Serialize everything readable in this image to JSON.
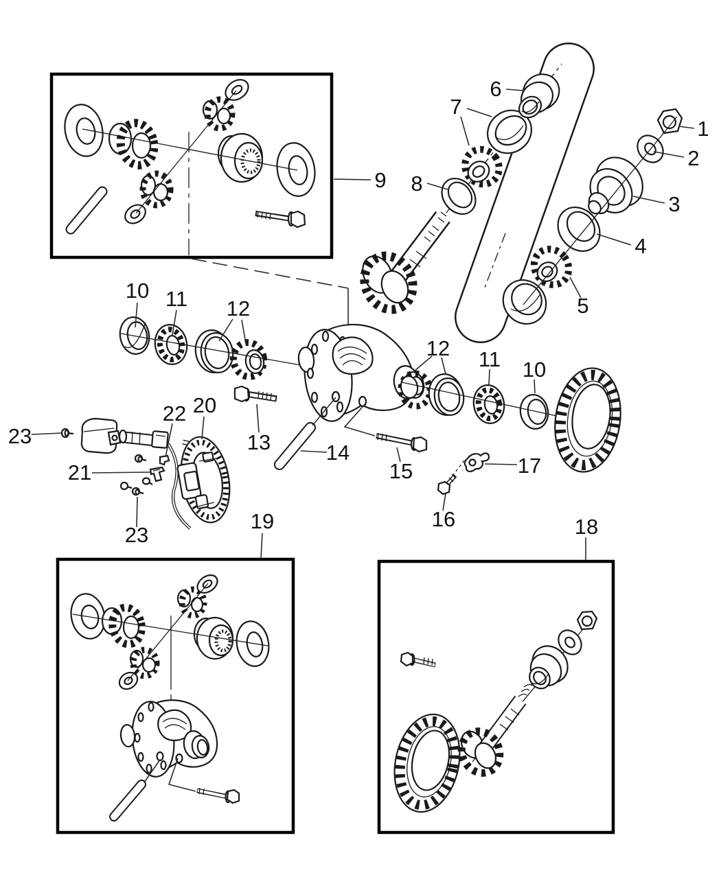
{
  "figure": {
    "type": "exploded-parts-diagram",
    "background_color": "#ffffff",
    "line_color": "#1a1a1a",
    "box_count": 3
  },
  "callouts": [
    {
      "id": "1",
      "label": "1"
    },
    {
      "id": "2",
      "label": "2"
    },
    {
      "id": "3",
      "label": "3"
    },
    {
      "id": "4",
      "label": "4"
    },
    {
      "id": "5",
      "label": "5"
    },
    {
      "id": "6",
      "label": "6"
    },
    {
      "id": "7",
      "label": "7"
    },
    {
      "id": "8",
      "label": "8"
    },
    {
      "id": "9",
      "label": "9"
    },
    {
      "id": "10-left",
      "label": "10"
    },
    {
      "id": "11-left",
      "label": "11"
    },
    {
      "id": "12-left",
      "label": "12"
    },
    {
      "id": "13",
      "label": "13"
    },
    {
      "id": "14",
      "label": "14"
    },
    {
      "id": "15",
      "label": "15"
    },
    {
      "id": "16",
      "label": "16"
    },
    {
      "id": "17",
      "label": "17"
    },
    {
      "id": "12-right",
      "label": "12"
    },
    {
      "id": "11-right",
      "label": "11"
    },
    {
      "id": "10-right",
      "label": "10"
    },
    {
      "id": "18",
      "label": "18"
    },
    {
      "id": "19",
      "label": "19"
    },
    {
      "id": "20",
      "label": "20"
    },
    {
      "id": "21",
      "label": "21"
    },
    {
      "id": "22",
      "label": "22"
    },
    {
      "id": "23-upper",
      "label": "23"
    },
    {
      "id": "23-lower",
      "label": "23"
    }
  ]
}
